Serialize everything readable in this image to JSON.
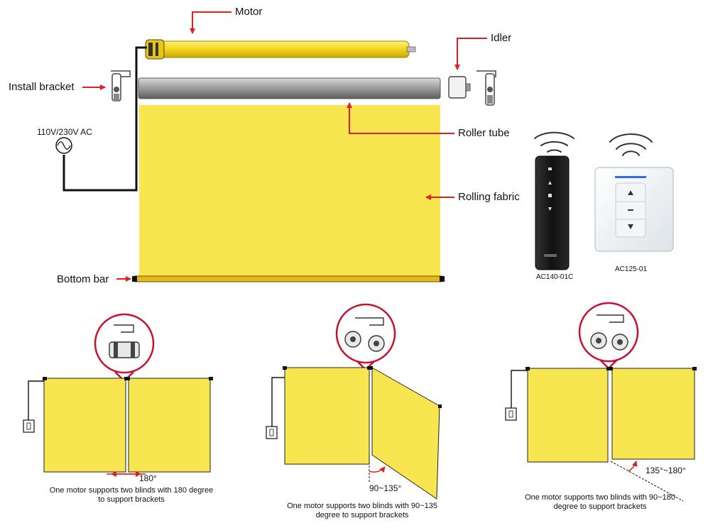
{
  "labels": {
    "motor": "Motor",
    "idler": "Idler",
    "install_bracket": "Install bracket",
    "roller_tube": "Roller tube",
    "rolling_fabric": "Rolling fabric",
    "bottom_bar": "Bottom bar",
    "power": "110V/230V AC"
  },
  "remotes": {
    "handheld_model": "AC140-01C",
    "wall_model": "AC125-01"
  },
  "configs": [
    {
      "angle": "180°",
      "caption_line1": "One motor supports two blinds with 180 degree",
      "caption_line2": "to support brackets"
    },
    {
      "angle": "90~135°",
      "caption_line1": "One motor supports two blinds with 90~135",
      "caption_line2": "degree to support brackets"
    },
    {
      "angle": "135°~180°",
      "caption_line1": "One motor supports two blinds with 90~180",
      "caption_line2": "degree to support brackets"
    }
  ],
  "colors": {
    "fabric": "#f7e650",
    "motor": "#f2d41c",
    "arrow": "#e02020",
    "tube": "#8c8c8c",
    "remote": "#1a1a1a"
  }
}
